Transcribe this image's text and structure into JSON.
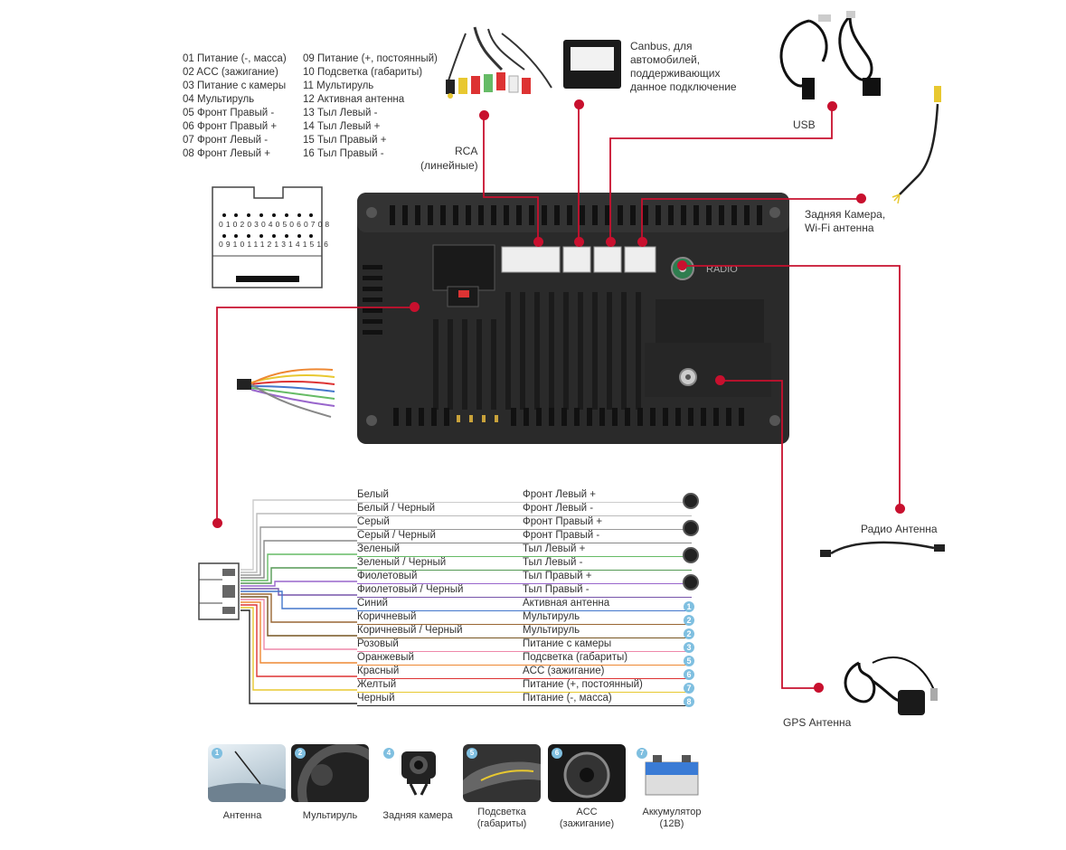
{
  "pin_list_left": [
    "01 Питание (-, масса)",
    "02 ACC (зажигание)",
    "03 Питание с камеры",
    "04 Мультируль",
    "05 Фронт Правый -",
    "06 Фронт Правый +",
    "07 Фронт Левый -",
    "08 Фронт Левый +"
  ],
  "pin_list_right": [
    "09 Питание (+, постоянный)",
    "10 Подсветка (габариты)",
    "11 Мультируль",
    "12 Активная антенна",
    "13 Тыл Левый -",
    "14 Тыл Левый +",
    "15 Тыл Правый +",
    "16 Тыл Правый -"
  ],
  "connector_pins_top": [
    "01",
    "02",
    "03",
    "04",
    "05",
    "06",
    "07",
    "08"
  ],
  "connector_pins_bottom": [
    "09",
    "10",
    "11",
    "12",
    "13",
    "14",
    "15",
    "16"
  ],
  "labels": {
    "rca": "RCA",
    "rca_sub": "(линейные)",
    "canbus": [
      "Canbus, для",
      "автомобилей,",
      "поддерживающих",
      "данное подключение"
    ],
    "usb": "USB",
    "rear_camera": [
      "Задняя Камера,",
      "Wi-Fi антенна"
    ],
    "radio_antenna": "Радио Антенна",
    "gps_antenna": "GPS Антенна",
    "radio_port": "RADIO"
  },
  "wires": [
    {
      "color": "Белый",
      "function": "Фронт Левый +",
      "line": "#cccccc",
      "end": "speaker"
    },
    {
      "color": "Белый / Черный",
      "function": "Фронт Левый -",
      "line": "#bbbbbb",
      "end": "speaker"
    },
    {
      "color": "Серый",
      "function": "Фронт Правый +",
      "line": "#999999",
      "end": "speaker"
    },
    {
      "color": "Серый / Черный",
      "function": "Фронт Правый -",
      "line": "#888888",
      "end": "speaker"
    },
    {
      "color": "Зеленый",
      "function": "Тыл Левый +",
      "line": "#66bb66",
      "end": "speaker"
    },
    {
      "color": "Зеленый / Черный",
      "function": "Тыл Левый -",
      "line": "#559955",
      "end": "speaker"
    },
    {
      "color": "Фиолетовый",
      "function": "Тыл Правый +",
      "line": "#9966cc",
      "end": "speaker"
    },
    {
      "color": "Фиолетовый / Черный",
      "function": "Тыл Правый -",
      "line": "#7755aa",
      "end": "speaker"
    },
    {
      "color": "Синий",
      "function": "Активная антенна",
      "line": "#4477cc",
      "end": "1"
    },
    {
      "color": "Коричневый",
      "function": "Мультируль",
      "line": "#996633",
      "end": "2"
    },
    {
      "color": "Коричневый / Черный",
      "function": "Мультируль",
      "line": "#775522",
      "end": "2"
    },
    {
      "color": "Розовый",
      "function": "Питание с камеры",
      "line": "#ee88aa",
      "end": "3"
    },
    {
      "color": "Оранжевый",
      "function": "Подсветка (габариты)",
      "line": "#ee8833",
      "end": "5"
    },
    {
      "color": "Красный",
      "function": "ACC (зажигание)",
      "line": "#dd3333",
      "end": "6"
    },
    {
      "color": "Желтый",
      "function": "Питание (+, постоянный)",
      "line": "#e8c830",
      "end": "7"
    },
    {
      "color": "Черный",
      "function": "Питание (-, масса)",
      "line": "#222222",
      "end": "8"
    }
  ],
  "thumbnails": [
    {
      "label": "Антенна",
      "badge": "1"
    },
    {
      "label": "Мультируль",
      "badge": "2"
    },
    {
      "label": "Задняя камера",
      "badge": "4"
    },
    {
      "label": "Подсветка",
      "label2": "(габариты)",
      "badge": "5"
    },
    {
      "label": "ACC",
      "label2": "(зажигание)",
      "badge": "6"
    },
    {
      "label": "Аккумулятор",
      "label2": "(12В)",
      "badge": "7"
    }
  ],
  "colors": {
    "accent": "#c8102e",
    "badge": "#7fbfe0",
    "unit_body": "#2a2a2a"
  }
}
